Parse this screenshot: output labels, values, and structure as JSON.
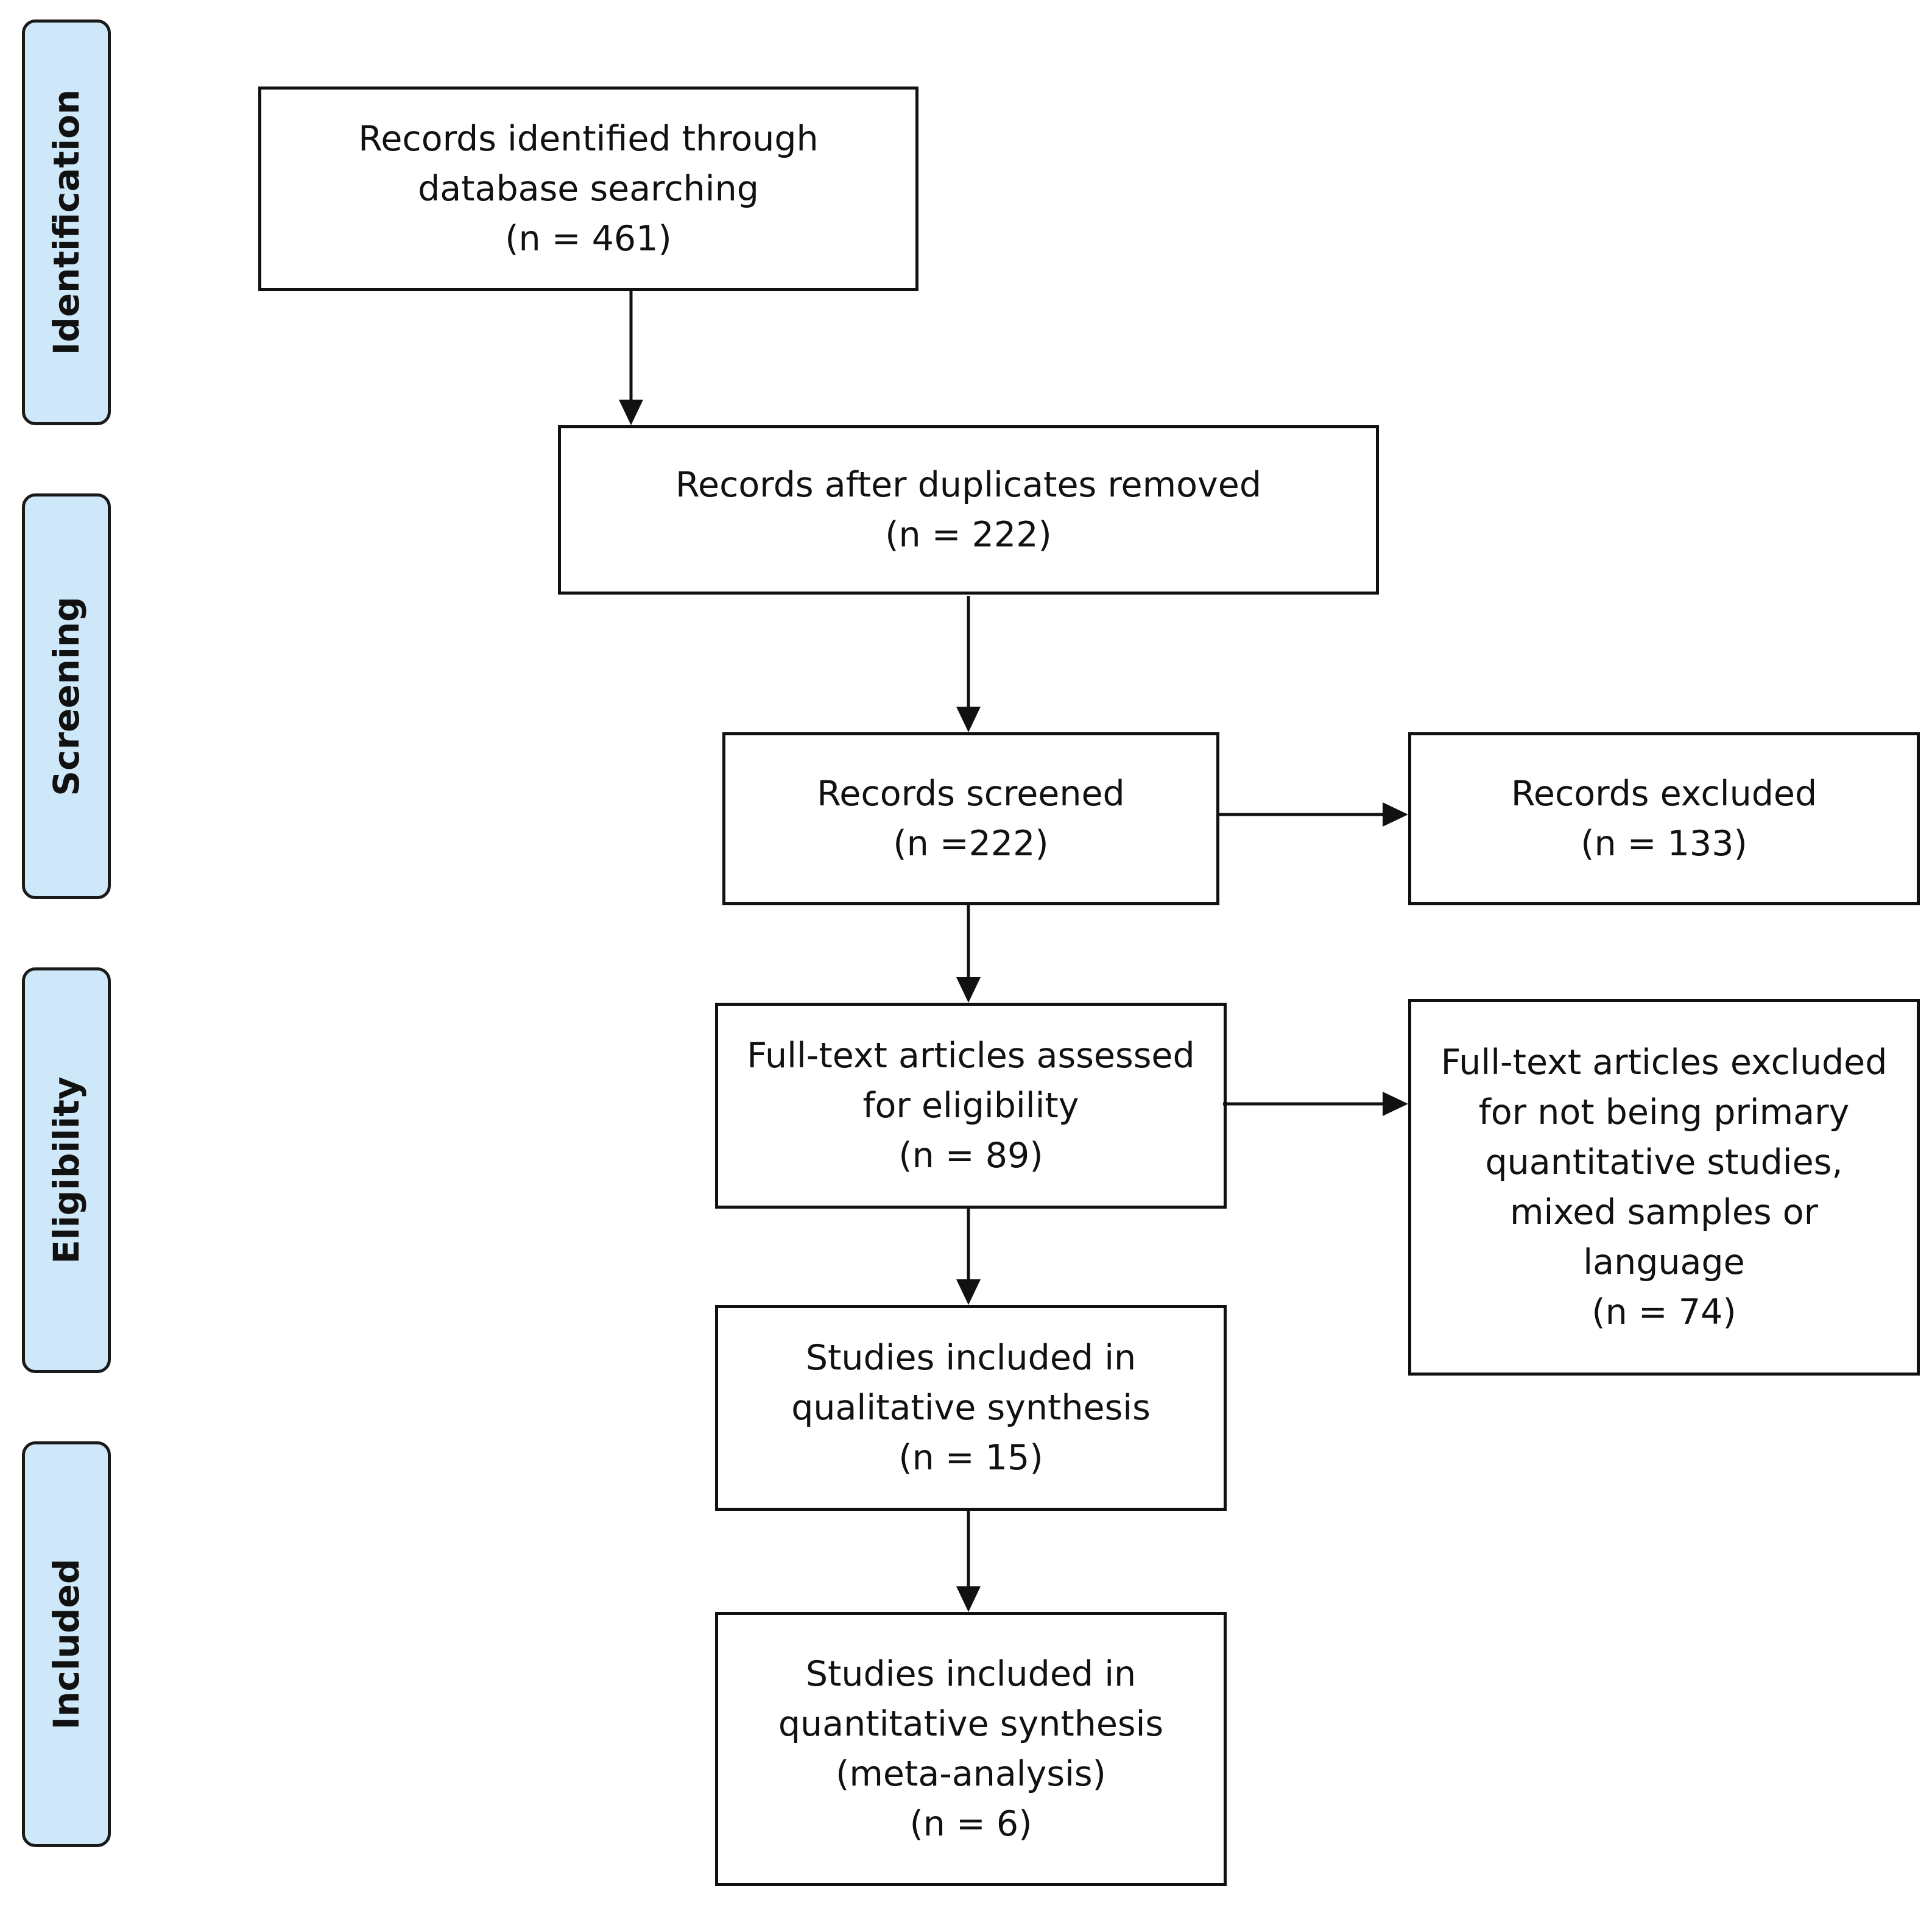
{
  "phases": {
    "identification": "Identification",
    "screening": "Screening",
    "eligibility": "Eligibility",
    "included": "Included"
  },
  "boxes": {
    "identified": {
      "line1": "Records identified through",
      "line2": "database searching",
      "line3": "(n = 461)"
    },
    "duplicates_removed": {
      "line1": "Records after duplicates removed",
      "line2": "(n = 222)"
    },
    "screened": {
      "line1": "Records screened",
      "line2": "(n =222)"
    },
    "excluded": {
      "line1": "Records excluded",
      "line2": "(n = 133)"
    },
    "fulltext_assessed": {
      "line1": "Full-text articles assessed",
      "line2": "for eligibility",
      "line3": "(n = 89)"
    },
    "fulltext_excluded": {
      "line1": "Full-text articles excluded",
      "line2": "for not being primary",
      "line3": "quantitative studies,",
      "line4": "mixed samples or",
      "line5": "language",
      "line6": "(n = 74)"
    },
    "qualitative": {
      "line1": "Studies included in",
      "line2": "qualitative synthesis",
      "line3": "(n = 15)"
    },
    "quantitative": {
      "line1": "Studies included in",
      "line2": "quantitative synthesis",
      "line3": "(meta-analysis)",
      "line4": "(n = 6)"
    }
  },
  "colors": {
    "phase_fill": "#cfe8f9",
    "stroke": "#111111"
  }
}
